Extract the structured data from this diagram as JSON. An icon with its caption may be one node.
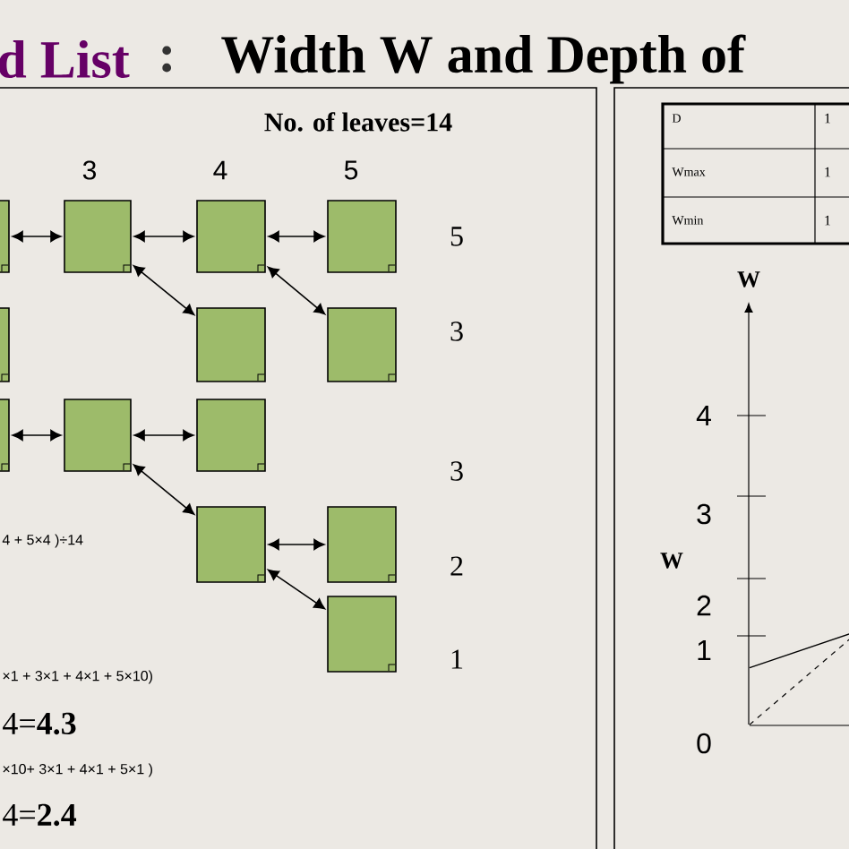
{
  "diagram": {
    "nodes": [
      {
        "text": [],
        "shape": "box"
      },
      {
        "text": [],
        "shape": "box"
      },
      {
        "text": [],
        "shape": "box"
      },
      {
        "text": [],
        "shape": "box"
      },
      {
        "text": [],
        "shape": "box"
      },
      {
        "text": [],
        "shape": "box"
      },
      {
        "text": [],
        "shape": "box"
      },
      {
        "text": [],
        "shape": "box"
      },
      {
        "text": [],
        "shape": "box"
      },
      {
        "text": [],
        "shape": "box"
      },
      {
        "text": [],
        "shape": "box"
      },
      {
        "text": [],
        "shape": "box"
      },
      {
        "text": [],
        "shape": "box"
      }
    ],
    "edges": [
      {
        "from": 0,
        "to": 1,
        "arrow": "both"
      },
      {
        "from": 1,
        "to": 2,
        "arrow": "both"
      },
      {
        "from": 1,
        "to": 5,
        "arrow": "both"
      },
      {
        "from": 2,
        "to": 3,
        "arrow": "both"
      },
      {
        "from": 2,
        "to": 6,
        "arrow": "both"
      },
      {
        "from": 7,
        "to": 8,
        "arrow": "both"
      },
      {
        "from": 8,
        "to": 9,
        "arrow": "both"
      },
      {
        "from": 8,
        "to": 10,
        "arrow": "both"
      },
      {
        "from": 10,
        "to": 11,
        "arrow": "both"
      },
      {
        "from": 10,
        "to": 12,
        "arrow": "both"
      }
    ],
    "labels": [
      "d List",
      ":",
      "Width W and Depth of",
      "No. of leaves=14",
      "3",
      "4",
      "5",
      "D",
      "1",
      "Wmax",
      "1",
      "Wmin",
      "1",
      "5",
      "3",
      "W",
      "3",
      "4",
      "4 + 5×4 )÷14",
      "2",
      "3",
      "W",
      "2",
      "1",
      "1",
      "0",
      "×1 + 3×1 + 4×1 + 5×10)",
      "4=**4.3**",
      "×10+ 3×1 + 4×1 + 5×1 )",
      "4=**2.4**"
    ]
  }
}
